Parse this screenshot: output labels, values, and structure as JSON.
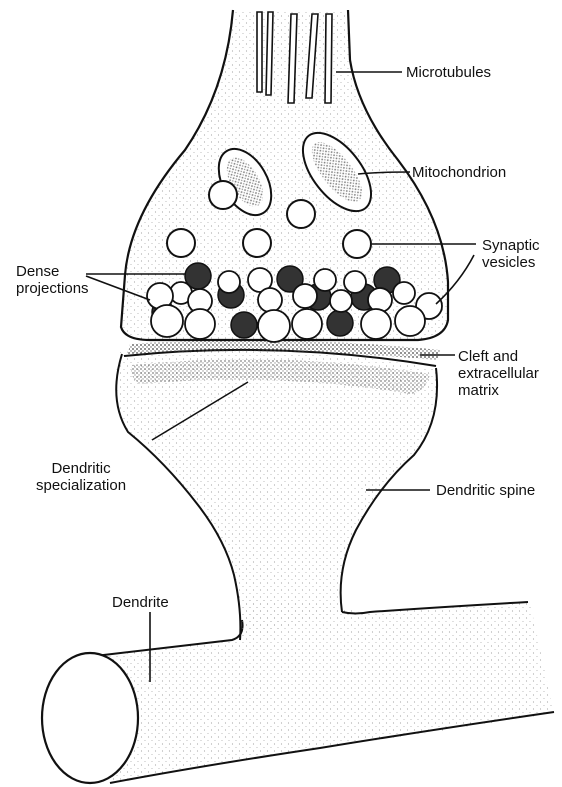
{
  "labels": {
    "microtubules": "Microtubules",
    "mitochondrion": "Mitochondrion",
    "synaptic_vesicles": [
      "Synaptic",
      "vesicles"
    ],
    "dense_projections": [
      "Dense",
      "projections"
    ],
    "cleft": [
      "Cleft and",
      "extracellular",
      "matrix"
    ],
    "dendritic_specialization": [
      "Dendritic",
      "specialization"
    ],
    "dendritic_spine": "Dendritic spine",
    "dendrite": "Dendrite"
  }
}
